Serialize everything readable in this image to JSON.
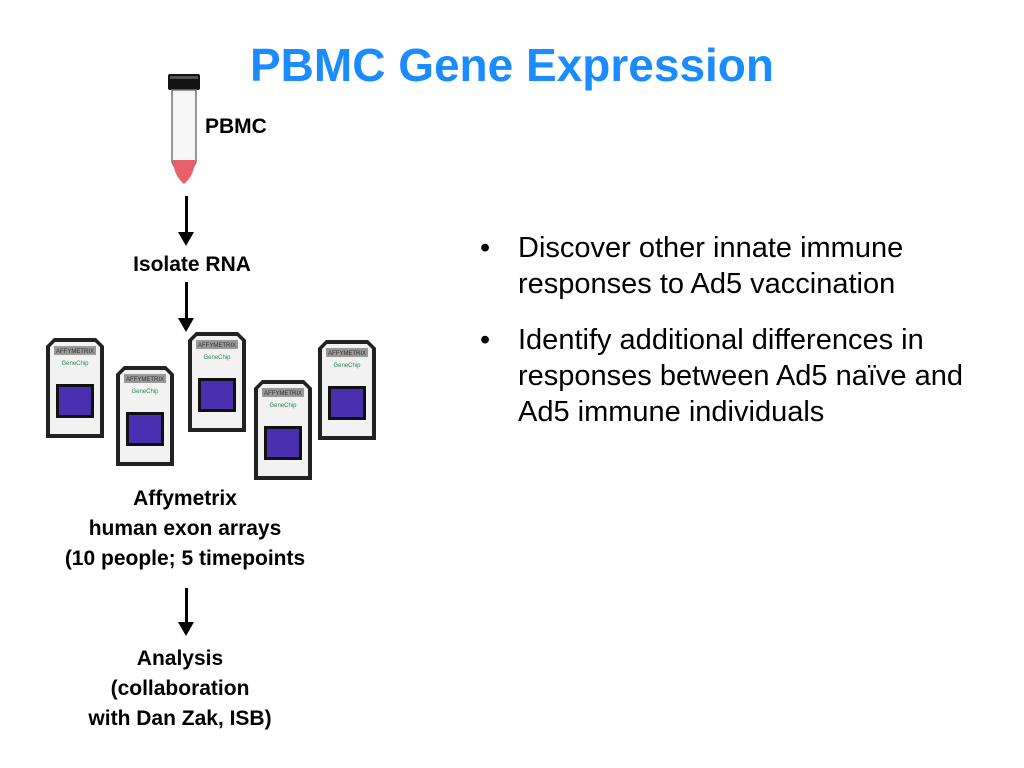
{
  "slide": {
    "title": "PBMC Gene Expression"
  },
  "flow": {
    "tube_label": "PBMC",
    "step1": "Isolate RNA",
    "arrays_line1": "Affymetrix",
    "arrays_line2": "human exon arrays",
    "arrays_line3": "(10 people; 5 timepoints",
    "analysis_line1": "Analysis",
    "analysis_line2": "(collaboration",
    "analysis_line3": "with Dan Zak, ISB)"
  },
  "chip": {
    "brand": "AFFYMETRIX",
    "product": "GeneChip"
  },
  "bullets": [
    "Discover other innate immune responses to Ad5 vaccination",
    "Identify additional differences in responses between Ad5 naïve and Ad5 immune individuals"
  ],
  "colors": {
    "title": "#1a8cff",
    "chip_window": "#4a2fb0",
    "tube_liquid": "#e8606a"
  }
}
